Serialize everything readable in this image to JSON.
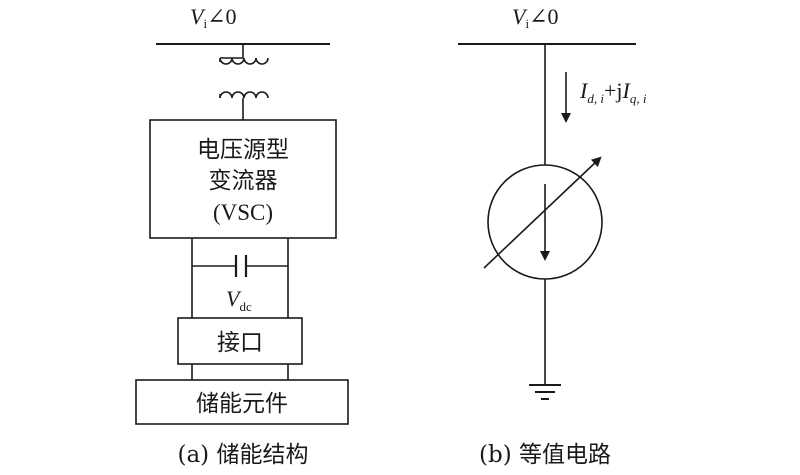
{
  "panel_a": {
    "bus_label_main": "V",
    "bus_label_sub": "i",
    "bus_label_angle": "∠0",
    "converter_line1": "电压源型",
    "converter_line2": "变流器",
    "converter_line3": "(VSC)",
    "dc_voltage_main": "V",
    "dc_voltage_sub": "dc",
    "interface_label": "接口",
    "storage_label": "储能元件",
    "caption": "(a) 储能结构"
  },
  "panel_b": {
    "bus_label_main": "V",
    "bus_label_sub": "i",
    "bus_label_angle": "∠0",
    "current_d_main": "I",
    "current_d_sub": "d, i",
    "current_plus_j": "+j",
    "current_q_main": "I",
    "current_q_sub": "q, i",
    "caption": "(b) 等值电路"
  },
  "colors": {
    "line": "#1a1a1a",
    "background": "#ffffff"
  }
}
